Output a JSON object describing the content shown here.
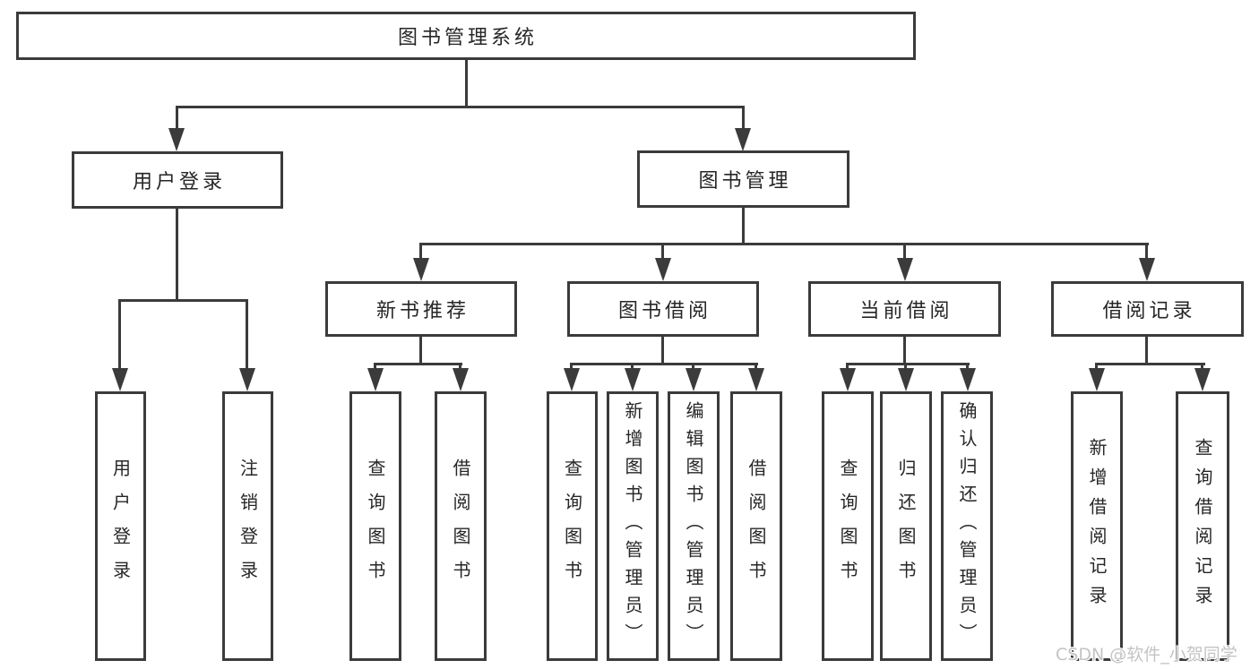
{
  "diagram": {
    "title": "图书管理系统",
    "level2": [
      {
        "label": "用户登录"
      },
      {
        "label": "图书管理"
      }
    ],
    "level3": [
      {
        "label": "新书推荐"
      },
      {
        "label": "图书借阅"
      },
      {
        "label": "当前借阅"
      },
      {
        "label": "借阅记录"
      }
    ],
    "leaves": [
      {
        "label": "用户登录"
      },
      {
        "label": "注销登录"
      },
      {
        "label": "查询图书"
      },
      {
        "label": "借阅图书"
      },
      {
        "label": "查询图书"
      },
      {
        "label": "新增图书（管理员）"
      },
      {
        "label": "编辑图书（管理员）"
      },
      {
        "label": "借阅图书"
      },
      {
        "label": "查询图书"
      },
      {
        "label": "归还图书"
      },
      {
        "label": "确认归还（管理员）"
      },
      {
        "label": "新增借阅记录"
      },
      {
        "label": "查询借阅记录"
      }
    ]
  },
  "watermark": "CSDN @软件_小贺同学",
  "colors": {
    "line": "#3b3b3b",
    "text": "#262626",
    "background": "#ffffff",
    "watermark": "#c4c4c4"
  }
}
